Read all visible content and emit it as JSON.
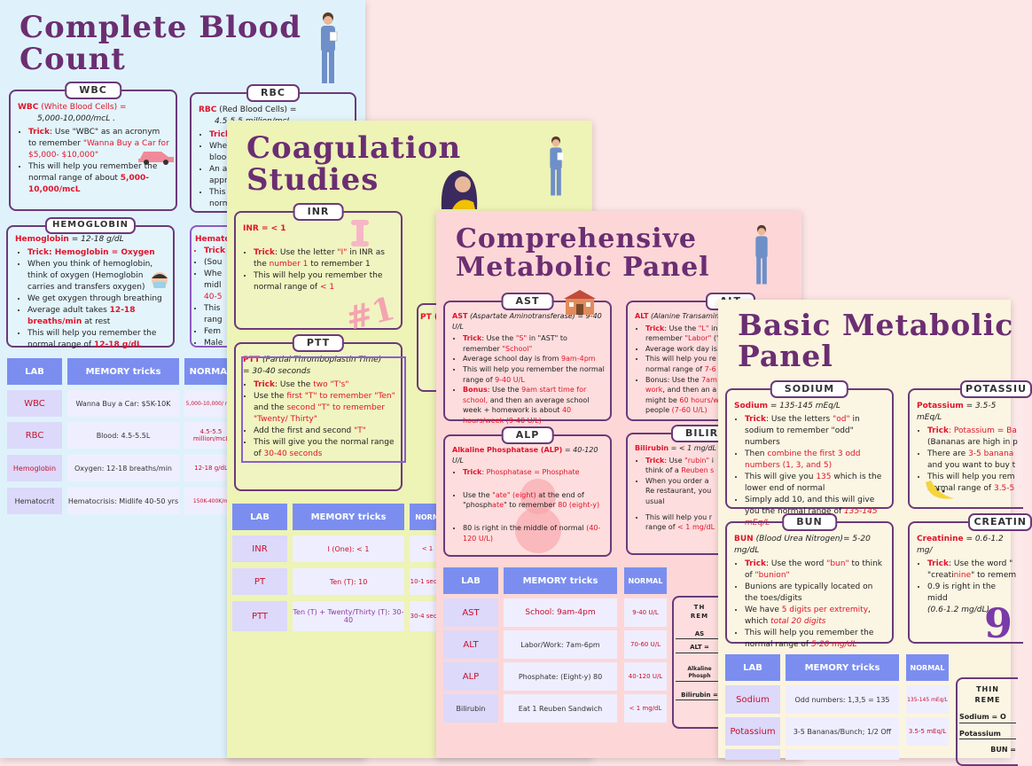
{
  "cbc": {
    "title_l1": "Complete Blood",
    "title_l2": "Count",
    "wbc": {
      "tab": "WBC",
      "l1a": "WBC",
      "l1b": " (White Blood Cells) =",
      "l2": "5,000-10,000/mcL .",
      "b1a": "Trick",
      "b1b": ": Use \"WBC\" as an acronym to remember ",
      "b1c": "\"Wanna Buy a Car for $5,000- $10,000\"",
      "b2a": "This will help you remember the normal range of about ",
      "b2b": "5,000-10,000/mcL"
    },
    "rbc": {
      "tab": "RBC",
      "l1a": "RBC",
      "l1b": " (Red Blood Cells) =",
      "l2": "4.5-5.5 million/mcL",
      "b1": "Trick",
      "b2": "When",
      "b2x": "blood",
      "b3": "An a",
      "b3x": "appro",
      "b4": "This",
      "b4x": "norm"
    },
    "hemo": {
      "tab": "HEMOGLOBIN",
      "l1a": "Hemoglobin",
      "l1b": " = 12-18 g/dL",
      "b1a": "Trick",
      "b1b": ": Hemoglobin = Oxygen",
      "b2": "When you think of hemoglobin, think of oxygen (Hemoglobin carries and transfers oxygen)",
      "b3": "We get oxygen through breathing",
      "b4a": "Average adult takes ",
      "b4b": "12-18 breaths/min",
      "b4c": " at rest",
      "b5a": "This will help you remember the normal range of ",
      "b5b": "12-18 g/dL"
    },
    "hemato": {
      "l1": "Hemato",
      "b1": "Trick",
      "b2": "(Sou",
      "b3": "Whe",
      "b4": "midl",
      "b5": "40-5",
      "b6": "This",
      "b7": "rang",
      "b8": "Fem",
      "b9": "Male"
    },
    "table": {
      "headers": [
        "LAB",
        "MEMORY tricks",
        "NORMAL"
      ],
      "rows": [
        {
          "lab": "WBC",
          "mem": "Wanna Buy a Car: $5K-10K",
          "norm": "5,000-10,000/ mcL"
        },
        {
          "lab": "RBC",
          "mem": "Blood: 4.5-5.5L",
          "norm": "4.5-5.5 million/mcL"
        },
        {
          "lab": "Hemoglobin",
          "mem": "Oxygen: 12-18 breaths/min",
          "norm": "12-18 g/dL"
        },
        {
          "lab": "Hematocrit",
          "mem": "Hematocrisis: Midlife 40-50 yrs",
          "norm": "150K-400K/m"
        }
      ]
    }
  },
  "coag": {
    "title_l1": "Coagulation",
    "title_l2": "Studies",
    "inr": {
      "tab": "INR",
      "l1": "INR = < 1",
      "b1a": "Trick",
      "b1b": ": Use the letter ",
      "b1c": "\"I\"",
      "b1d": " in INR as the ",
      "b1e": "number 1",
      "b1f": " to remember 1",
      "b2a": "This will help you remember the normal range of ",
      "b2b": "< 1",
      "ornament": "#1"
    },
    "ptt": {
      "tab": "PTT",
      "l1a": "PTT",
      "l1b": " (Partial Thromboplastin Time)",
      "l1c": "= 30-40 seconds",
      "b1a": "Trick",
      "b1b": ": Use the ",
      "b1c": "two \"T's\"",
      "b2a": "Use the ",
      "b2b": "first \"T\" to remember \"Ten\"",
      "b2c": " and the ",
      "b2d": "second \"T\" to remember \"Twenty/ Thirty\"",
      "b3a": "Add the first and second ",
      "b3b": "\"T\"",
      "b4a": "This will give you the normal range of ",
      "b4b": "30-40 seconds"
    },
    "pt_hint": "PT (",
    "table": {
      "headers": [
        "LAB",
        "MEMORY tricks",
        "NORM"
      ],
      "rows": [
        {
          "lab": "INR",
          "mem": "I (One): < 1",
          "norm": "< 1"
        },
        {
          "lab": "PT",
          "mem": "Ten (T): 10",
          "norm": "10-1 secon"
        },
        {
          "lab": "PTT",
          "mem": "Ten (T) + Twenty/Thirty (T): 30-40",
          "norm": "30-4 secon"
        }
      ]
    }
  },
  "cmp": {
    "title_l1": "Comprehensive",
    "title_l2": "Metabolic Panel",
    "ast": {
      "tab": "AST",
      "l1a": "AST",
      "l1b": " (Aspartate Aminotransferase) = 9-40 U/L",
      "b1a": "Trick",
      "b1b": ": Use the ",
      "b1c": "\"S\"",
      "b1d": " in \"AST\" to remember ",
      "b1e": "\"School\"",
      "b2a": "Average school day is from ",
      "b2b": "9am-4pm",
      "b3a": "This will help you remember the normal range of ",
      "b3b": "9-40 U/L",
      "b4a": "Bonus",
      "b4b": ": Use the ",
      "b4c": "9am start time for school,",
      "b4d": " and then an average school week + homework is about ",
      "b4e": "40 hours/week (9-40 U/L)"
    },
    "alt": {
      "tab": "ALT",
      "l1a": "ALT",
      "l1b": " (Alanine Transamin",
      "b1a": "Trick",
      "b1b": ": Use the ",
      "b1c": "\"L\"",
      "b1d": " in",
      "b1e": "remember ",
      "b1f": "\"Labor\"",
      "b1g": " (\"",
      "b2": "Average work day is",
      "b3a": "This will help you re",
      "b3b": "normal range of ",
      "b3c": "7-6",
      "b4a": "Bonus: Use the ",
      "b4b": "7am",
      "b4c": "work",
      "b4d": ", and then an a",
      "b4e": "might be ",
      "b4f": "60 hours/w",
      "b4g": "people ",
      "b4h": "(7-60 U/L)"
    },
    "alp": {
      "tab": "ALP",
      "l1a": "Alkaline Phosphatase (ALP)",
      "l1b": " = 40-120 U/L",
      "b1a": "Trick",
      "b1b": ": Phosphatase = Phosphate",
      "b2a": "Use the ",
      "b2b": "\"ate\" (eight)",
      "b2c": " at the end of \"phosph",
      "b2d": "ate",
      "b2e": "\" to remember ",
      "b2f": "80 (eight-y)",
      "b3a": "80 is right in the middle of normal ",
      "b3b": "(40-120 U/L)"
    },
    "bili": {
      "tab": "BILIRU",
      "l1a": "Bilirubin",
      "l1b": " = < 1 mg/dL",
      "b1a": "Trick",
      "b1b": ": Use ",
      "b1c": "\"rubin\"",
      "b1d": " i",
      "b1e": "think of a ",
      "b1f": "Reuben s",
      "b2": "When you order a Re restaurant, you usual",
      "b3a": "This will help you r",
      "b3b": "range of ",
      "b3c": "< 1 mg/dL"
    },
    "table": {
      "headers": [
        "LAB",
        "MEMORY tricks",
        "NORMAL"
      ],
      "rows": [
        {
          "lab": "AST",
          "mem": "School: 9am-4pm",
          "norm": "9-40 U/L"
        },
        {
          "lab": "ALT",
          "mem": "Labor/Work: 7am-6pm",
          "norm": "70-60 U/L"
        },
        {
          "lab": "ALP",
          "mem": "Phosphate: (Eight-y) 80",
          "norm": "40-120 U/L"
        },
        {
          "lab": "Bilirubin",
          "mem": "Eat 1 Reuben Sandwich",
          "norm": "< 1 mg/dL"
        }
      ]
    },
    "think": {
      "t1": "TH",
      "t2": "REM",
      "a1": "AS",
      "a2": "ALT =",
      "a3": "Alkaline Phosph",
      "a4": "Bilirubin ="
    }
  },
  "bmp": {
    "title_l1": "Basic Metabolic",
    "title_l2": "Panel",
    "sodium": {
      "tab": "SODIUM",
      "l1a": "Sodium",
      "l1b": " = 135-145 mEq/L",
      "b1a": "Trick",
      "b1b": ": Use the letters ",
      "b1c": "\"od\"",
      "b1d": " in sodium to remember \"odd\" numbers",
      "b2a": " Then ",
      "b2b": "combine the first 3 odd numbers (1, 3, and 5)",
      "b3a": "This will give you ",
      "b3b": "135",
      "b3c": " which is the lower end of normal",
      "b4a": "Simply add 10, and this will give you the normal range of ",
      "b4b": "135-145 mEq/L"
    },
    "potassium": {
      "tab": "POTASSIU",
      "l1a": "Potassium",
      "l1b": " = 3.5-5 mEq/L",
      "b1a": "Trick",
      "b1b": ": Potassium = Ba",
      "b1c": "(Bananas are high in p",
      "b2a": "There are ",
      "b2b": "3-5 banana",
      "b2c": "and you want to buy t",
      "b3a": "This will help you rem",
      "b3b": "normal range of ",
      "b3c": "3.5-5"
    },
    "bun": {
      "tab": "BUN",
      "l1a": "BUN",
      "l1b": " (Blood Urea Nitrogen)= 5-20 mg/dL",
      "b1a": "Trick",
      "b1b": ": Use the word ",
      "b1c": "\"bun\"",
      "b1d": " to think of ",
      "b1e": "\"bunion\"",
      "b2": "Bunions are typically located on the toes/digits",
      "b3a": "We have ",
      "b3b": "5 digits per extremity",
      "b3c": ", which ",
      "b3d": "total 20 digits",
      "b4a": "This will help you remember the normal range of ",
      "b4b": "5-20 mg/dL"
    },
    "creat": {
      "tab": "CREATIN",
      "l1a": "Creatinine",
      "l1b": " = 0.6-1.2 mg/",
      "b1a": "Trick",
      "b1b": ": Use the word \"",
      "b1c": "\"creati",
      "b1d": "nine",
      "b1e": "\" to remem",
      "b2a": "0.9 is right in the midd",
      "b2b": "(0.6-1.2 mg/dL)",
      "ornament": "9"
    },
    "table": {
      "headers": [
        "LAB",
        "MEMORY tricks",
        "NORMAL"
      ],
      "rows": [
        {
          "lab": "Sodium",
          "mem": "Odd numbers: 1,3,5 = 135",
          "norm": "135-145 mEq/L"
        },
        {
          "lab": "Potassium",
          "mem": "3-5 Bananas/Bunch; 1/2 Off",
          "norm": "3.5-5 mEq/L"
        }
      ]
    },
    "think": {
      "t1": "THIN",
      "t2": "REME",
      "a1": "Sodium = O",
      "a2": "Potassium",
      "a3": "BUN ="
    }
  }
}
